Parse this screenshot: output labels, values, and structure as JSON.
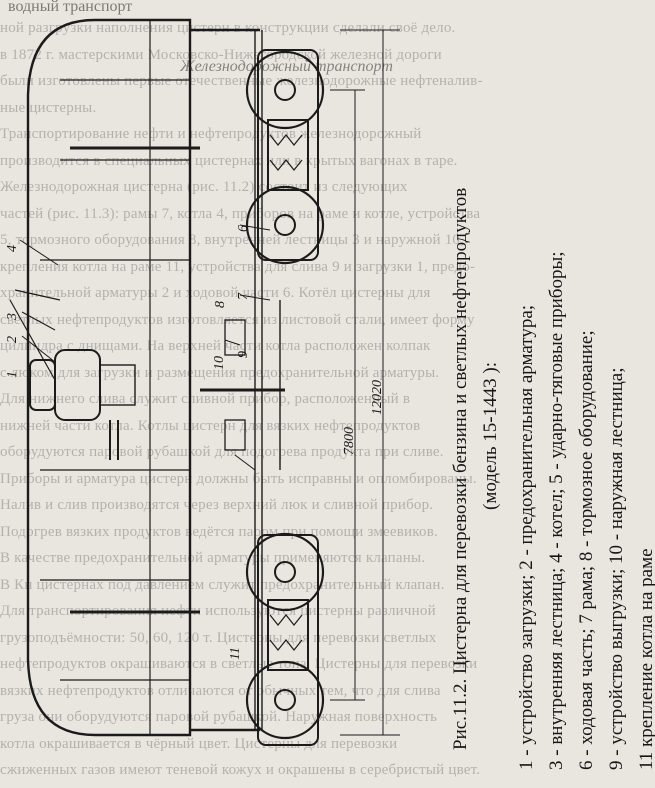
{
  "page_heading": "водный транспорт",
  "section_heading": "Железнодорожный транспорт",
  "background_lines": [
    "ной разгрузки наполнения цистерн в конструкции сделали своё дело.",
    "в 1872 г. мастерскими Московско-Нижегородской железной дороги",
    "были изготовлены первые отечественные железнодорожные нефтеналив-",
    "ные цистерны.",
    "Транспортирование нефти и нефтепродуктов железнодорожный",
    "производится в специальных цистернах или в крытых вагонах в таре.",
    "Железнодорожная цистерна (рис. 11.2) состоит из следующих",
    "частей (рис. 11.3): рамы 7, котла 4, приборов на раме и котле, устройства",
    "5, тормозного оборудования 8, внутренней лестницы 3 и наружной 10,",
    "крепления котла на раме 11, устройства для слива 9 и загрузки 1, предо-",
    "хранительной арматуры 2 и ходовой части 6. Котёл цистерны для",
    "светлых нефтепродуктов изготовляется из листовой стали, имеет форму",
    "цилиндра с днищами. На верхней части котла расположен колпак",
    "с люком для загрузки и размещения предохранительной арматуры.",
    "Для нижнего слива служит сливной прибор, расположенный в",
    "нижней части котла. Котлы цистерн для вязких нефтепродуктов",
    "оборудуются паровой рубашкой для подогрева продукта при сливе.",
    "Приборы и арматура цистерн должны быть исправны и опломбированы.",
    "Налив и слив производятся через верхний люк и сливной прибор.",
    "Подогрев вязких продуктов ведётся паром при помощи змеевиков.",
    "В качестве предохранительной арматуры применяются клапаны.",
    "В Кн цистернах под давлением служит предохранительный клапан.",
    "Для транспортирования нефти используются цистерны различной",
    "грузоподъёмности: 50, 60, 120 т. Цистерны для перевозки светлых",
    "нефтепродуктов окрашиваются в светлые тона. Цистерны для перевозки",
    "вязких нефтепродуктов отличаются от обычных тем, что для слива",
    "груза они оборудуются паровой рубашкой. Наружная поверхность",
    "котла окрашивается в чёрный цвет. Цистерны для перевозки",
    "сжиженных газов имеют теневой кожух и окрашены в серебристый цвет."
  ],
  "caption": {
    "title": "Рис.11.2. Цистерна для перевозки бензина и светлых нефтепродуктов",
    "model": "(модель 15-1443 ):",
    "legend": [
      "1 - устройство загрузки; 2 - предохранительная арматура;",
      "3 - внутренняя лестница; 4 - котел; 5 - ударно-тяговые приборы;",
      "6 - ходовая часть; 7 рама; 8 - тормозное оборудование;",
      "9 - устройство выгрузки; 10 - наружная лестница;",
      "11 крепление котла на раме"
    ]
  },
  "dimensions": {
    "inner": "7800",
    "outer": "12020"
  },
  "part_labels": {
    "p1": "1",
    "p2": "2",
    "p3": "3",
    "p4": "4",
    "p6": "6",
    "p7": "7",
    "p8": "8",
    "p9": "9",
    "p10": "10",
    "p11": "11"
  }
}
